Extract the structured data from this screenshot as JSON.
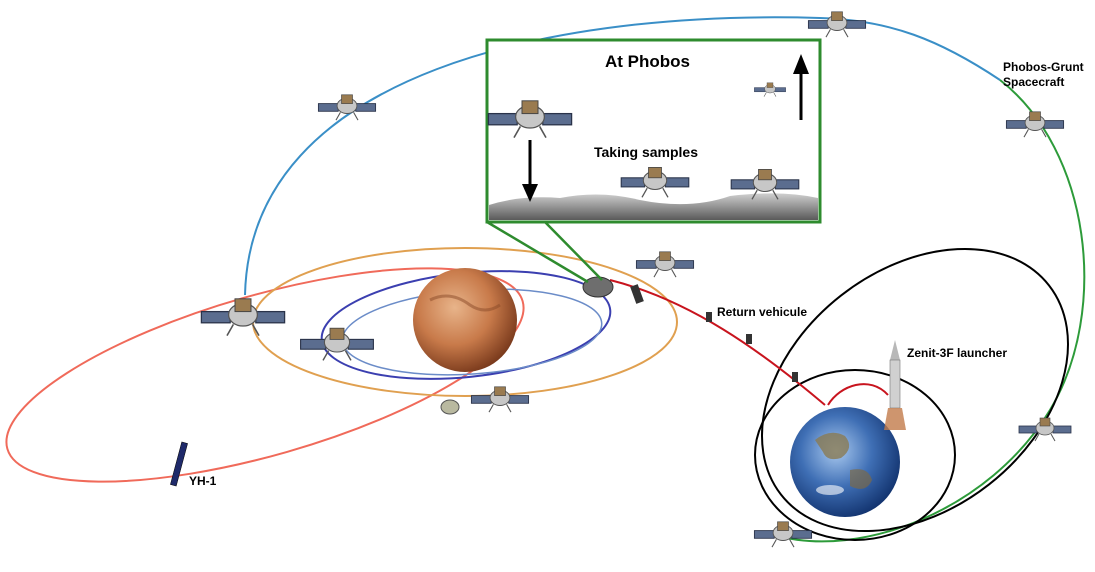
{
  "labels": {
    "inset_title": "At Phobos",
    "taking_samples": "Taking samples",
    "spacecraft_line1": "Phobos-Grunt",
    "spacecraft_line2": "Spacecraft",
    "return_vehicle": "Return vehicule",
    "launcher": "Zenit-3F launcher",
    "yh1": "YH-1"
  },
  "colors": {
    "transfer_to_mars": "#3a8fc7",
    "transfer_from_earth": "#2d9b3a",
    "mars_orbit_orange": "#e0a050",
    "mars_orbit_blue": "#3b3fb0",
    "mars_orbit_red": "#f06a5a",
    "earth_orbits": "#000000",
    "return_path": "#c8141e",
    "inset_border": "#2e8b2e"
  },
  "icons": [
    "spacecraft-icon",
    "mars-icon",
    "earth-icon",
    "phobos-icon",
    "rocket-icon",
    "yh1-satellite-icon",
    "arrow-down-icon",
    "arrow-up-icon"
  ]
}
